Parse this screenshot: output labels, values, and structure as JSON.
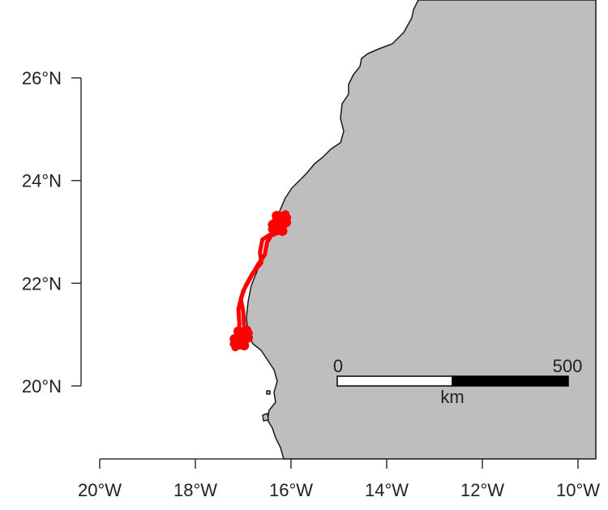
{
  "map": {
    "colors": {
      "land": "#bebebe",
      "coastline": "#1a1a1a",
      "track": "#ff0000",
      "sea": "#ffffff"
    },
    "lat_axis": {
      "ticks": [
        {
          "value": 26,
          "label": "26°N"
        },
        {
          "value": 24,
          "label": "24°N"
        },
        {
          "value": 22,
          "label": "22°N"
        },
        {
          "value": 20,
          "label": "20°N"
        }
      ]
    },
    "lon_axis": {
      "ticks": [
        {
          "value": -20,
          "label": "20°W"
        },
        {
          "value": -18,
          "label": "18°W"
        },
        {
          "value": -16,
          "label": "16°W"
        },
        {
          "value": -14,
          "label": "14°W"
        },
        {
          "value": -12,
          "label": "12°W"
        },
        {
          "value": -10,
          "label": "10°W"
        }
      ]
    },
    "scale_bar": {
      "start_label": "0",
      "end_label": "500",
      "unit_label": "km"
    },
    "track": {
      "points": [
        [
          -16.25,
          23.15
        ],
        [
          -16.35,
          23.0
        ],
        [
          -16.6,
          22.85
        ],
        [
          -16.65,
          22.6
        ],
        [
          -16.62,
          22.4
        ],
        [
          -16.8,
          22.2
        ],
        [
          -16.95,
          21.95
        ],
        [
          -17.05,
          21.7
        ],
        [
          -17.0,
          21.45
        ],
        [
          -16.98,
          21.15
        ],
        [
          -17.05,
          20.9
        ]
      ],
      "secondary_points": [
        [
          -16.3,
          23.1
        ],
        [
          -16.5,
          22.8
        ],
        [
          -16.55,
          22.55
        ],
        [
          -16.7,
          22.35
        ],
        [
          -16.85,
          22.1
        ],
        [
          -17.0,
          21.85
        ],
        [
          -17.1,
          21.5
        ],
        [
          -17.08,
          21.2
        ],
        [
          -17.1,
          20.95
        ]
      ],
      "clusters": [
        {
          "lon": -16.28,
          "lat": 23.08
        },
        {
          "lon": -16.2,
          "lat": 23.25
        },
        {
          "lon": -17.0,
          "lat": 21.0
        },
        {
          "lon": -17.08,
          "lat": 20.85
        }
      ]
    }
  }
}
